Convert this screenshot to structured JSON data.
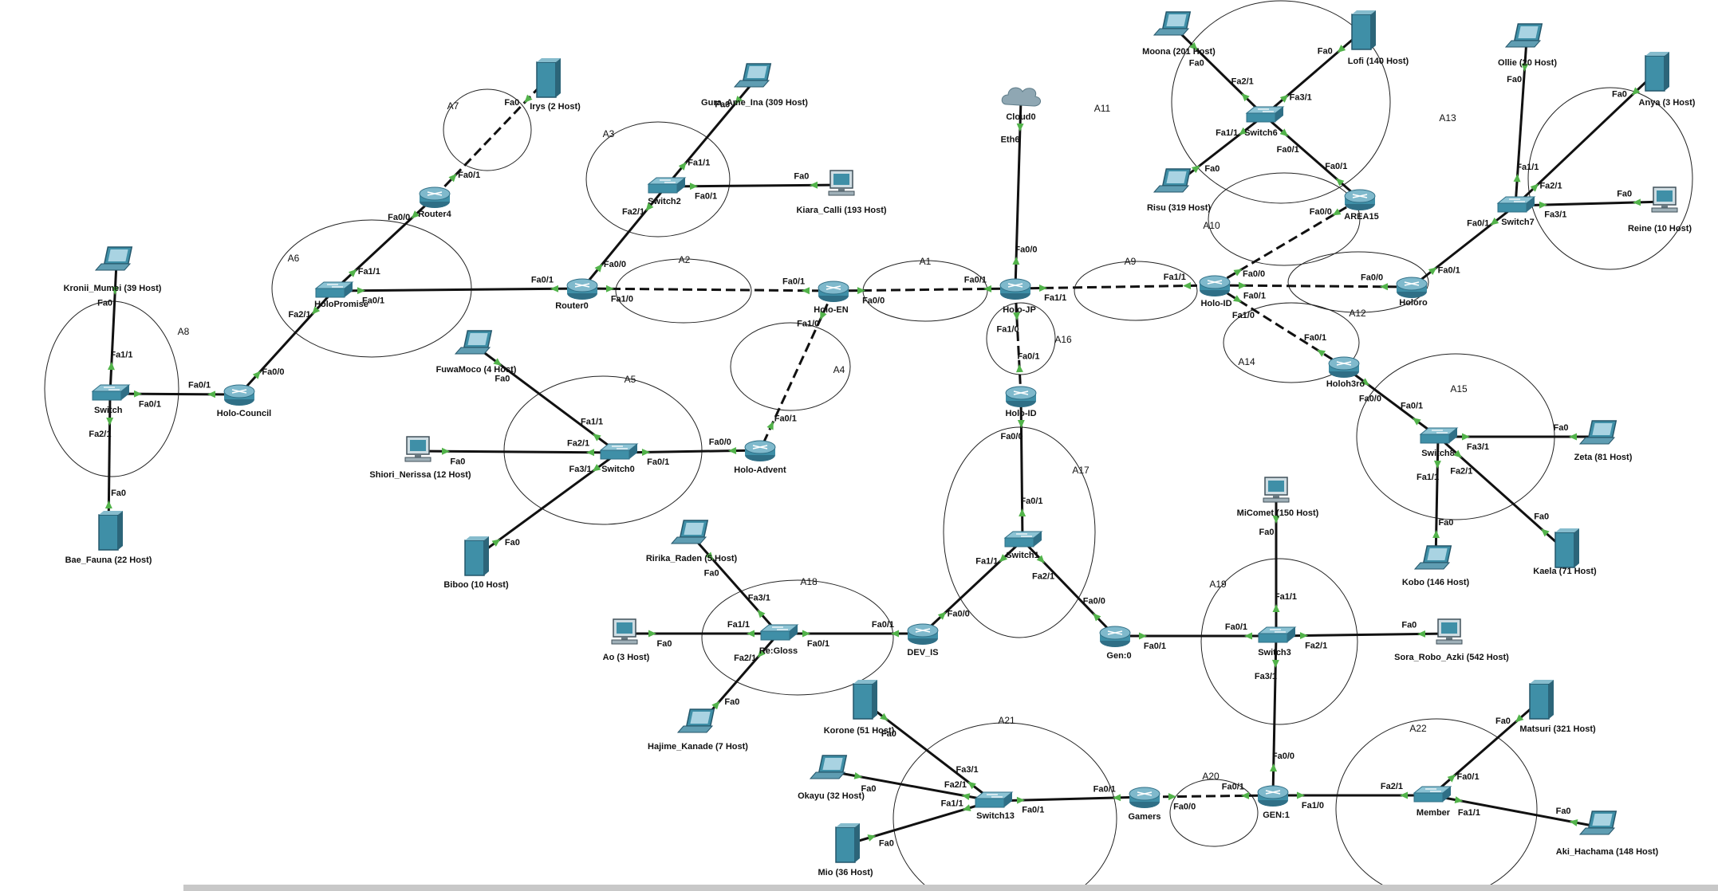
{
  "areas": [
    "A1",
    "A2",
    "A3",
    "A4",
    "A5",
    "A6",
    "A7",
    "A8",
    "A9",
    "A10",
    "A11",
    "A12",
    "A13",
    "A14",
    "A15",
    "A16",
    "A17",
    "A18",
    "A19",
    "A20",
    "A21",
    "A22"
  ],
  "devices": {
    "router4": {
      "type": "router",
      "label": "Router4"
    },
    "router0": {
      "type": "router",
      "label": "Router0"
    },
    "holo_en": {
      "type": "router",
      "label": "Holo-EN"
    },
    "holo_council": {
      "type": "router",
      "label": "Holo-Council"
    },
    "holo_advent": {
      "type": "router",
      "label": "Holo-Advent"
    },
    "holo_jp": {
      "type": "router",
      "label": "Holo-JP"
    },
    "holo_id2": {
      "type": "router",
      "label": "Holo-ID"
    },
    "holo_id": {
      "type": "router",
      "label": "Holo-ID"
    },
    "area15": {
      "type": "router",
      "label": "AREA15"
    },
    "holoro": {
      "type": "router",
      "label": "Holoro"
    },
    "holoh3ro": {
      "type": "router",
      "label": "Holoh3ro"
    },
    "dev_is": {
      "type": "router",
      "label": "DEV_IS"
    },
    "gen0": {
      "type": "router",
      "label": "Gen:0"
    },
    "gen1": {
      "type": "router",
      "label": "GEN:1"
    },
    "gamers": {
      "type": "router",
      "label": "Gamers"
    },
    "holopromise": {
      "type": "switch",
      "label": "HoloPromise"
    },
    "switch2": {
      "type": "switch",
      "label": "Switch2"
    },
    "switch_myth": {
      "type": "switch",
      "label": "Switch"
    },
    "switch0": {
      "type": "switch",
      "label": "Switch0"
    },
    "switch6": {
      "type": "switch",
      "label": "Switch6"
    },
    "switch7": {
      "type": "switch",
      "label": "Switch7"
    },
    "switch8": {
      "type": "switch",
      "label": "Switch8"
    },
    "switch1": {
      "type": "switch",
      "label": "Switch1"
    },
    "switch3": {
      "type": "switch",
      "label": "Switch3"
    },
    "reglos": {
      "type": "switch",
      "label": "Re:Gloss"
    },
    "switch13": {
      "type": "switch",
      "label": "Switch13"
    },
    "member": {
      "type": "switch",
      "label": "Member"
    },
    "cloud0": {
      "type": "cloud",
      "label": "Cloud0"
    },
    "irys": {
      "type": "server",
      "label": "Irys (2 Host)"
    },
    "gura_ina": {
      "type": "laptop",
      "label": "Gura_Ame_Ina (309 Host)"
    },
    "kiara_calli": {
      "type": "pc",
      "label": "Kiara_Calli (193 Host)"
    },
    "kronii_mumei": {
      "type": "laptop",
      "label": "Kronii_Mumei (39 Host)"
    },
    "bae_fauna": {
      "type": "server",
      "label": "Bae_Fauna (22 Host)"
    },
    "fuwamoco": {
      "type": "laptop",
      "label": "FuwaMoco (4 Host)"
    },
    "shiori_nerissa": {
      "type": "pc",
      "label": "Shiori_Nerissa (12 Host)"
    },
    "biboo": {
      "type": "server",
      "label": "Biboo (10 Host)"
    },
    "moona": {
      "type": "laptop",
      "label": "Moona (201 Host)"
    },
    "lofi": {
      "type": "server",
      "label": "Lofi (140 Host)"
    },
    "risu": {
      "type": "laptop",
      "label": "Risu (319 Host)"
    },
    "ollie": {
      "type": "laptop",
      "label": "Ollie (20 Host)"
    },
    "anya": {
      "type": "server",
      "label": "Anya (3 Host)"
    },
    "reine": {
      "type": "pc",
      "label": "Reine (10 Host)"
    },
    "zeta": {
      "type": "laptop",
      "label": "Zeta (81 Host)"
    },
    "kobo": {
      "type": "laptop",
      "label": "Kobo (146 Host)"
    },
    "kaela": {
      "type": "server",
      "label": "Kaela (71 Host)"
    },
    "micomet": {
      "type": "pc",
      "label": "MiComet (150 Host)"
    },
    "sora_robo_azki": {
      "type": "pc",
      "label": "Sora_Robo_Azki (542 Host)"
    },
    "ririka_raden": {
      "type": "laptop",
      "label": "Ririka_Raden (5 Host)"
    },
    "ao": {
      "type": "pc",
      "label": "Ao (3 Host)"
    },
    "hajime_kanade": {
      "type": "laptop",
      "label": "Hajime_Kanade (7 Host)"
    },
    "korone": {
      "type": "server",
      "label": "Korone (51 Host)"
    },
    "okayu": {
      "type": "laptop",
      "label": "Okayu (32 Host)"
    },
    "mio": {
      "type": "server",
      "label": "Mio (36 Host)"
    },
    "matsuri": {
      "type": "server",
      "label": "Matsuri (321 Host)"
    },
    "aki_hachama": {
      "type": "laptop",
      "label": "Aki_Hachama (148 Host)"
    }
  },
  "links": [
    {
      "a": "router4",
      "b": "irys",
      "style": "dashed",
      "pa": "Fa0/1",
      "pb": "Fa0"
    },
    {
      "a": "router4",
      "b": "holopromise",
      "style": "solid",
      "pa": "Fa0/0",
      "pb": "Fa1/1"
    },
    {
      "a": "holopromise",
      "b": "router0",
      "style": "solid",
      "pa": "Fa0/1",
      "pb": "Fa0/1"
    },
    {
      "a": "holopromise",
      "b": "holo_council",
      "style": "solid",
      "pa": "Fa2/1",
      "pb": "Fa0/0"
    },
    {
      "a": "switch_myth",
      "b": "holo_council",
      "style": "solid",
      "pa": "Fa0/1",
      "pb": "Fa0/1"
    },
    {
      "a": "switch_myth",
      "b": "kronii_mumei",
      "style": "solid",
      "pa": "Fa1/1",
      "pb": "Fa0"
    },
    {
      "a": "switch_myth",
      "b": "bae_fauna",
      "style": "solid",
      "pa": "Fa2/1",
      "pb": "Fa0"
    },
    {
      "a": "router0",
      "b": "switch2",
      "style": "solid",
      "pa": "Fa0/0",
      "pb": "Fa2/1"
    },
    {
      "a": "switch2",
      "b": "gura_ina",
      "style": "solid",
      "pa": "Fa1/1",
      "pb": "Fa0"
    },
    {
      "a": "switch2",
      "b": "kiara_calli",
      "style": "solid",
      "pa": "Fa0/1",
      "pb": "Fa0"
    },
    {
      "a": "router0",
      "b": "holo_en",
      "style": "dashed",
      "pa": "Fa1/0",
      "pb": "Fa0/1"
    },
    {
      "a": "holo_en",
      "b": "holo_advent",
      "style": "dashed",
      "pa": "Fa1/0",
      "pb": "Fa0/1"
    },
    {
      "a": "holo_advent",
      "b": "switch0",
      "style": "solid",
      "pa": "Fa0/0",
      "pb": "Fa0/1"
    },
    {
      "a": "switch0",
      "b": "fuwamoco",
      "style": "solid",
      "pa": "Fa1/1",
      "pb": "Fa0"
    },
    {
      "a": "switch0",
      "b": "shiori_nerissa",
      "style": "solid",
      "pa": "Fa2/1",
      "pb": "Fa0"
    },
    {
      "a": "switch0",
      "b": "biboo",
      "style": "solid",
      "pa": "Fa3/1",
      "pb": "Fa0"
    },
    {
      "a": "holo_en",
      "b": "holo_jp",
      "style": "dashed",
      "pa": "Fa0/0",
      "pb": "Fa0/1"
    },
    {
      "a": "holo_jp",
      "b": "cloud0",
      "style": "solid",
      "pa": "Fa0/0",
      "pb": "Eth6"
    },
    {
      "a": "holo_jp",
      "b": "holo_id2",
      "style": "dashed",
      "pa": "Fa1/0",
      "pb": "Fa0/1"
    },
    {
      "a": "holo_jp",
      "b": "holo_id",
      "style": "dashed",
      "pa": "Fa1/1",
      "pb": "Fa1/1"
    },
    {
      "a": "holo_id",
      "b": "area15",
      "style": "dashed",
      "pa": "Fa0/0",
      "pb": "Fa0/0"
    },
    {
      "a": "area15",
      "b": "switch6",
      "style": "solid",
      "pa": "Fa0/1",
      "pb": "Fa0/1"
    },
    {
      "a": "switch6",
      "b": "moona",
      "style": "solid",
      "pa": "Fa2/1",
      "pb": "Fa0"
    },
    {
      "a": "switch6",
      "b": "lofi",
      "style": "solid",
      "pa": "Fa3/1",
      "pb": "Fa0"
    },
    {
      "a": "switch6",
      "b": "risu",
      "style": "solid",
      "pa": "Fa1/1",
      "pb": "Fa0"
    },
    {
      "a": "holo_id",
      "b": "holoro",
      "style": "dashed",
      "pa": "Fa0/1",
      "pb": "Fa0/0"
    },
    {
      "a": "holoro",
      "b": "switch7",
      "style": "solid",
      "pa": "Fa0/1",
      "pb": "Fa0/1"
    },
    {
      "a": "switch7",
      "b": "ollie",
      "style": "solid",
      "pa": "Fa1/1",
      "pb": "Fa0"
    },
    {
      "a": "switch7",
      "b": "anya",
      "style": "solid",
      "pa": "Fa2/1",
      "pb": "Fa0"
    },
    {
      "a": "switch7",
      "b": "reine",
      "style": "solid",
      "pa": "Fa3/1",
      "pb": "Fa0"
    },
    {
      "a": "holo_id",
      "b": "holoh3ro",
      "style": "dashed",
      "pa": "Fa1/0",
      "pb": "Fa0/1"
    },
    {
      "a": "holoh3ro",
      "b": "switch8",
      "style": "solid",
      "pa": "Fa0/0",
      "pb": "Fa0/1"
    },
    {
      "a": "switch8",
      "b": "zeta",
      "style": "solid",
      "pa": "Fa3/1",
      "pb": "Fa0"
    },
    {
      "a": "switch8",
      "b": "kobo",
      "style": "solid",
      "pa": "Fa1/1",
      "pb": "Fa0"
    },
    {
      "a": "switch8",
      "b": "kaela",
      "style": "solid",
      "pa": "Fa2/1",
      "pb": "Fa0"
    },
    {
      "a": "holo_id2",
      "b": "switch1",
      "style": "solid",
      "pa": "Fa0/0",
      "pb": "Fa0/1"
    },
    {
      "a": "switch1",
      "b": "dev_is",
      "style": "solid",
      "pa": "Fa1/1",
      "pb": "Fa0/0"
    },
    {
      "a": "switch1",
      "b": "gen0",
      "style": "solid",
      "pa": "Fa2/1",
      "pb": "Fa0/0"
    },
    {
      "a": "dev_is",
      "b": "reglos",
      "style": "solid",
      "pa": "Fa0/1",
      "pb": "Fa0/1"
    },
    {
      "a": "reglos",
      "b": "ririka_raden",
      "style": "solid",
      "pa": "Fa3/1",
      "pb": "Fa0"
    },
    {
      "a": "reglos",
      "b": "ao",
      "style": "solid",
      "pa": "Fa1/1",
      "pb": "Fa0"
    },
    {
      "a": "reglos",
      "b": "hajime_kanade",
      "style": "solid",
      "pa": "Fa2/1",
      "pb": "Fa0"
    },
    {
      "a": "gen0",
      "b": "switch3",
      "style": "solid",
      "pa": "Fa0/1",
      "pb": "Fa0/1"
    },
    {
      "a": "switch3",
      "b": "micomet",
      "style": "solid",
      "pa": "Fa1/1",
      "pb": "Fa0"
    },
    {
      "a": "switch3",
      "b": "sora_robo_azki",
      "style": "solid",
      "pa": "Fa2/1",
      "pb": "Fa0"
    },
    {
      "a": "switch3",
      "b": "gen1",
      "style": "solid",
      "pa": "Fa3/1",
      "pb": "Fa0/0"
    },
    {
      "a": "gen1",
      "b": "gamers",
      "style": "dashed",
      "pa": "Fa0/1",
      "pb": "Fa0/0"
    },
    {
      "a": "gamers",
      "b": "switch13",
      "style": "solid",
      "pa": "Fa0/1",
      "pb": "Fa0/1"
    },
    {
      "a": "switch13",
      "b": "korone",
      "style": "solid",
      "pa": "Fa3/1",
      "pb": "Fa0"
    },
    {
      "a": "switch13",
      "b": "okayu",
      "style": "solid",
      "pa": "Fa2/1",
      "pb": "Fa0"
    },
    {
      "a": "switch13",
      "b": "mio",
      "style": "solid",
      "pa": "Fa1/1",
      "pb": "Fa0"
    },
    {
      "a": "gen1",
      "b": "member",
      "style": "solid",
      "pa": "Fa1/0",
      "pb": "Fa2/1"
    },
    {
      "a": "member",
      "b": "matsuri",
      "style": "solid",
      "pa": "Fa0/1",
      "pb": "Fa0"
    },
    {
      "a": "member",
      "b": "aki_hachama",
      "style": "solid",
      "pa": "Fa1/1",
      "pb": "Fa0"
    }
  ],
  "colors": {
    "router": "#3f8fa7",
    "switch": "#3f8fa7",
    "device": "#3f8fa7",
    "port_marker": "#52b34a",
    "link": "#111111",
    "area_ring": "#222222",
    "cloud": "#8fa7b3"
  }
}
